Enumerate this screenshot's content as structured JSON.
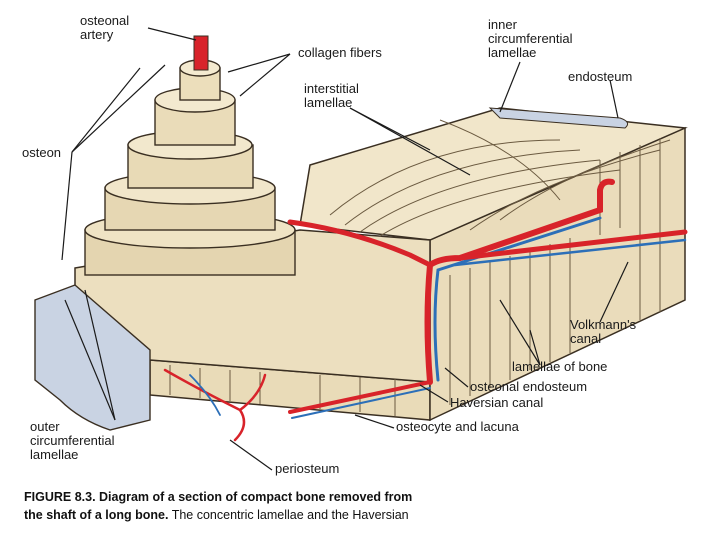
{
  "labels": {
    "osteonal_artery": "osteonal\nartery",
    "collagen_fibers": "collagen fibers",
    "inner_circumferential_lamellae": "inner\ncircumferential\nlamellae",
    "endosteum": "endosteum",
    "interstitial_lamellae": "interstitial\nlamellae",
    "osteon": "osteon",
    "volkmanns_canal": "Volkmann's\ncanal",
    "lamellae_of_bone": "lamellae of bone",
    "osteonal_endosteum": "osteonal endosteum",
    "haversian_canal": "Haversian canal",
    "osteocyte_and_lacuna": "osteocyte and lacuna",
    "outer_circumferential_lamellae": "outer\ncircumferential\nlamellae",
    "periosteum": "periosteum"
  },
  "caption": {
    "figure": "FIGURE 8.3. Diagram of a section of compact bone removed from",
    "line2_bold": "the shaft of a long bone.",
    "line2_rest": " The concentric lamellae and the Haversian"
  },
  "colors": {
    "bone": "#efe3c4",
    "bone_dark": "#d9c89e",
    "line": "#3a2f22",
    "artery": "#d8232a",
    "vein": "#2c6fb8",
    "periosteum": "#c9d3e3"
  }
}
